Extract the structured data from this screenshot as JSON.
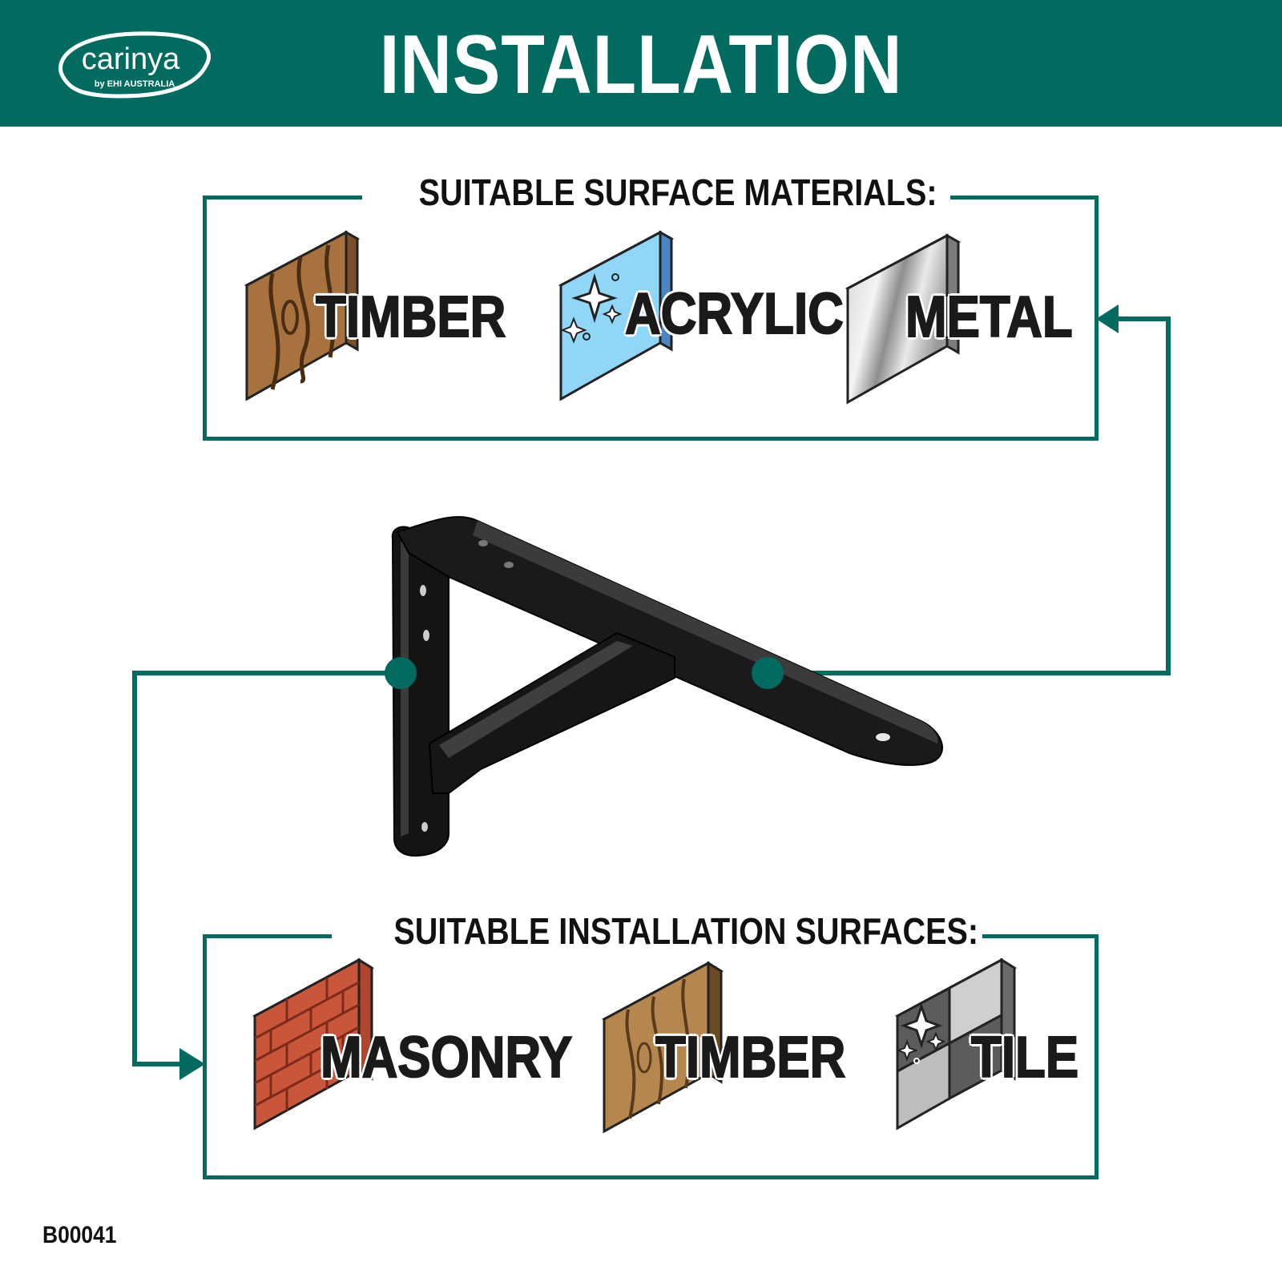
{
  "brand": {
    "logo_text": "carinya",
    "logo_subtext": "by EHI AUSTRALIA",
    "color": "#016b5f"
  },
  "header": {
    "title": "INSTALLATION"
  },
  "materials_section": {
    "title": "SUITABLE SURFACE MATERIALS:",
    "items": [
      {
        "label": "TIMBER",
        "icon": "timber-block-icon"
      },
      {
        "label": "ACRYLIC",
        "icon": "acrylic-panel-icon"
      },
      {
        "label": "METAL",
        "icon": "metal-sheet-icon"
      }
    ]
  },
  "surfaces_section": {
    "title": "SUITABLE INSTALLATION SURFACES:",
    "items": [
      {
        "label": "MASONRY",
        "icon": "brick-wall-icon"
      },
      {
        "label": "TIMBER",
        "icon": "timber-board-icon"
      },
      {
        "label": "TILE",
        "icon": "tile-wall-icon"
      }
    ]
  },
  "product": {
    "image": "black-shelf-bracket",
    "color": "#111111"
  },
  "footer": {
    "code": "B00041"
  }
}
